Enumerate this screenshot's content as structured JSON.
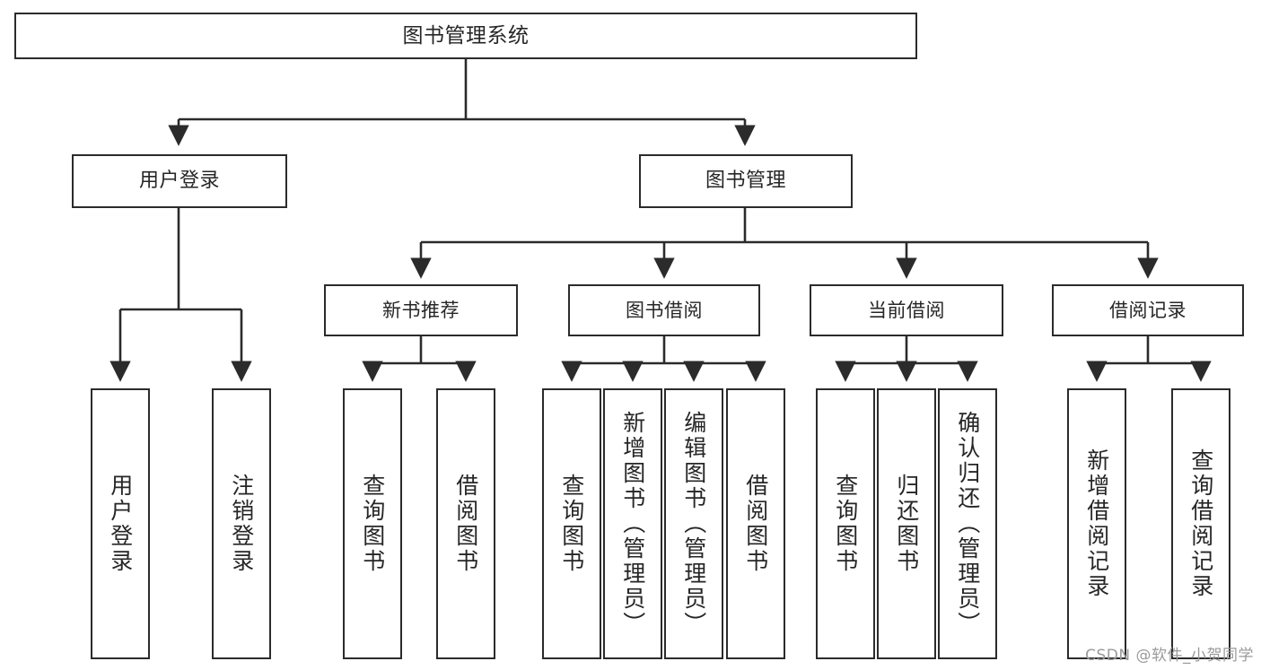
{
  "diagram": {
    "title": "图书管理系统",
    "type": "tree",
    "root": {
      "label": "图书管理系统"
    },
    "level2": [
      {
        "label": "用户登录"
      },
      {
        "label": "图书管理"
      }
    ],
    "level3": [
      {
        "label": "新书推荐"
      },
      {
        "label": "图书借阅"
      },
      {
        "label": "当前借阅"
      },
      {
        "label": "借阅记录"
      }
    ],
    "leaves": {
      "user_login": [
        {
          "label": "用户登录"
        },
        {
          "label": "注销登录"
        }
      ],
      "new_book": [
        {
          "label": "查询图书"
        },
        {
          "label": "借阅图书"
        }
      ],
      "book_borrow": [
        {
          "label": "查询图书"
        },
        {
          "label": "新增图书（管理员）"
        },
        {
          "label": "编辑图书（管理员）"
        },
        {
          "label": "借阅图书"
        }
      ],
      "current_borrow": [
        {
          "label": "查询图书"
        },
        {
          "label": "归还图书"
        },
        {
          "label": "确认归还（管理员）"
        }
      ],
      "borrow_record": [
        {
          "label": "新增借阅记录"
        },
        {
          "label": "查询借阅记录"
        }
      ]
    }
  },
  "watermark": {
    "text": "CSDN @软件_小贺同学"
  },
  "colors": {
    "stroke": "#2b2b2b",
    "fill": "#ffffff",
    "text": "#262626",
    "watermark": "#9a9a9a"
  }
}
